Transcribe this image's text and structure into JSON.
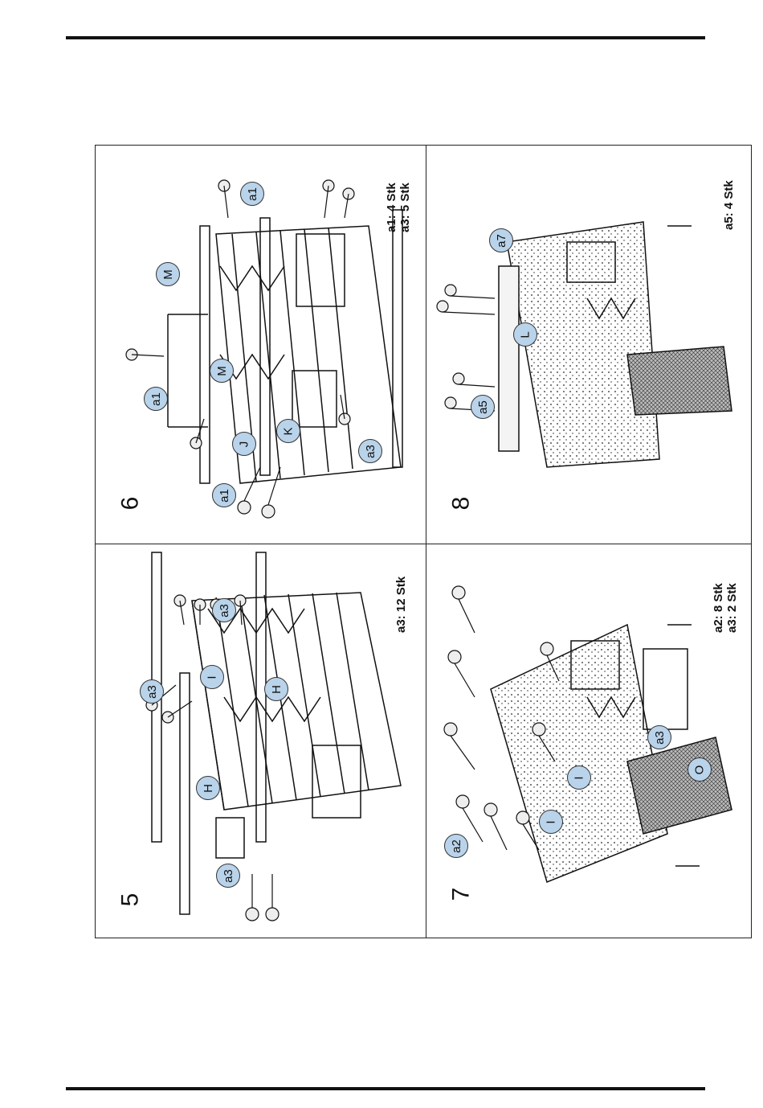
{
  "panels": {
    "p5": {
      "step": "5",
      "qty": [
        "a3: 12 Stk"
      ],
      "labels": [
        "a3",
        "a3",
        "a3",
        "H",
        "I",
        "H"
      ]
    },
    "p6": {
      "step": "6",
      "qty": [
        "a1: 4 Stk",
        "a3: 5 Stk"
      ],
      "labels": [
        "a1",
        "a1",
        "a1",
        "M",
        "M",
        "J",
        "K",
        "a3"
      ]
    },
    "p7": {
      "step": "7",
      "qty": [
        "a2: 8 Stk",
        "a3: 2 Stk"
      ],
      "labels": [
        "a2",
        "I",
        "I",
        "a3",
        "O"
      ]
    },
    "p8": {
      "step": "8",
      "qty": [
        "a5: 4 Stk"
      ],
      "labels": [
        "a7",
        "L",
        "a5"
      ]
    }
  },
  "colors": {
    "badge_fill": "#b9d3ea",
    "line": "#111111"
  }
}
